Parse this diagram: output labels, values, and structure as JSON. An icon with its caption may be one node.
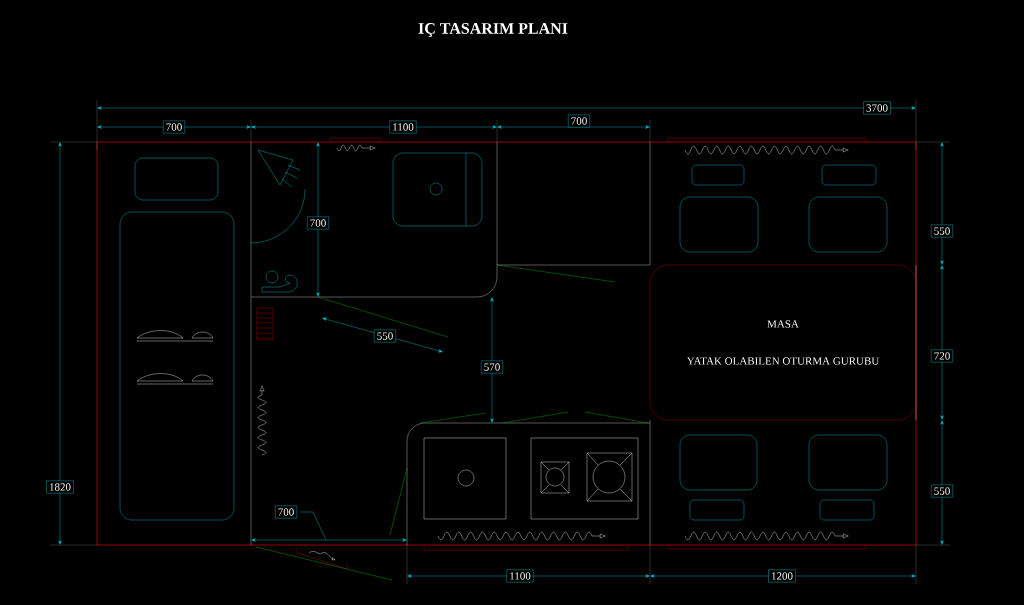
{
  "diagram": {
    "title": "IÇ TASARIM PLANI",
    "nodes": [
      {
        "text": [
          "MASA",
          "YATAK OLABILEN OTURMA GURUBU"
        ]
      }
    ],
    "labels": [
      "3700",
      "700",
      "1100",
      "700",
      "700",
      "550",
      "550",
      "720",
      "570",
      "1820",
      "550",
      "700",
      "1100",
      "1200"
    ]
  }
}
